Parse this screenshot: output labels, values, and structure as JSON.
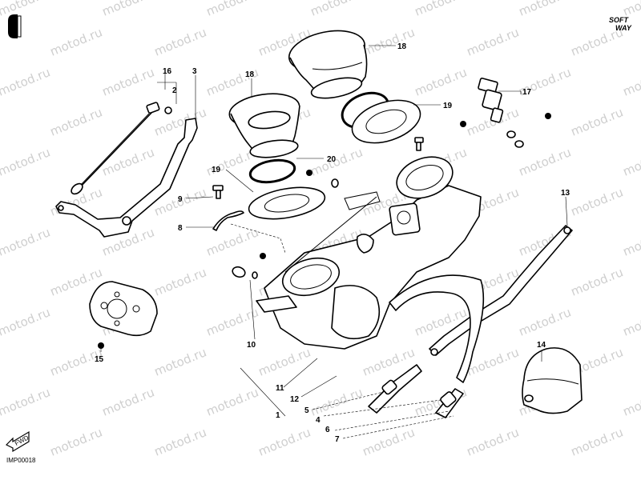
{
  "brand": {
    "line1": "SOFT",
    "line2": "WAY"
  },
  "drawing_code": "IMP00018",
  "fwd_label": "FWD",
  "watermark": "motod.ru",
  "callouts": {
    "c1": "1",
    "c2": "2",
    "c3": "3",
    "c4": "4",
    "c5": "5",
    "c6": "6",
    "c7": "7",
    "c8": "8",
    "c9": "9",
    "c10": "10",
    "c11": "11",
    "c12": "12",
    "c13": "13",
    "c14": "14",
    "c15": "15",
    "c16": "16",
    "c17": "17",
    "c18a": "18",
    "c18b": "18",
    "c19a": "19",
    "c19b": "19",
    "c20": "20"
  }
}
